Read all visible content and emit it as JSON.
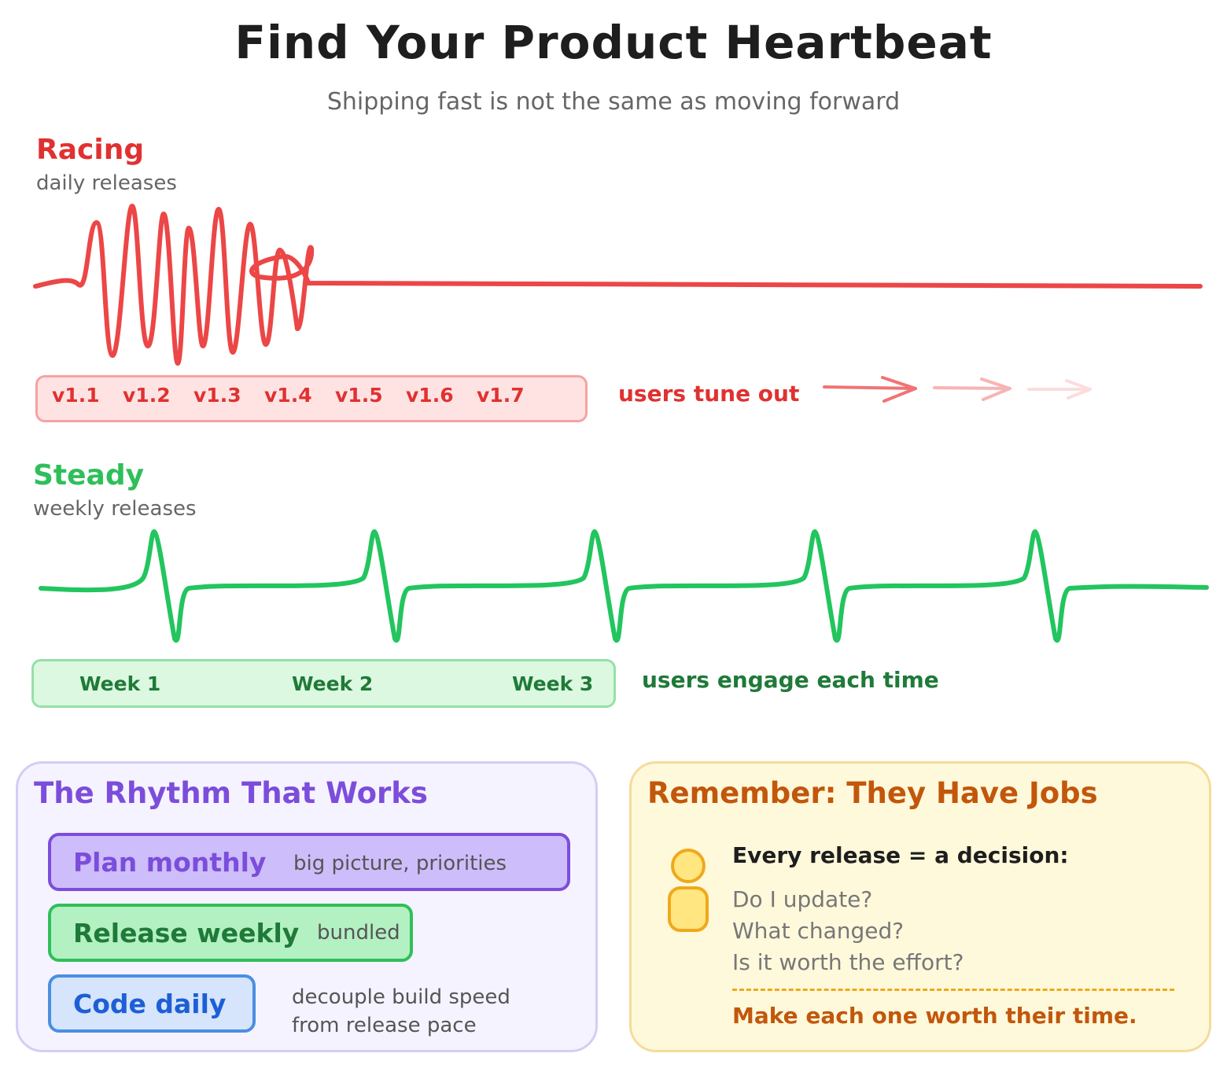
{
  "title": "Find Your Product Heartbeat",
  "subtitle": "Shipping fast is not the same as moving forward",
  "colors": {
    "racing": "#e03131",
    "racing_band_fill": "#ffe3e3",
    "racing_band_stroke": "#f5a3a3",
    "steady": "#2f9e44",
    "steady_line": "#22c55e",
    "steady_band_fill": "#dcf8e0",
    "steady_band_stroke": "#96e0a8",
    "purple": "#7c4ddb",
    "orange": "#c2570c"
  },
  "racing": {
    "heading": "Racing",
    "sub": "daily releases",
    "versions": [
      "v1.1",
      "v1.2",
      "v1.3",
      "v1.4",
      "v1.5",
      "v1.6",
      "v1.7"
    ],
    "outcome": "users tune out"
  },
  "steady": {
    "heading": "Steady",
    "sub": "weekly releases",
    "weeks": [
      "Week 1",
      "Week 2",
      "Week 3"
    ],
    "outcome": "users engage each time"
  },
  "rhythm": {
    "title": "The Rhythm That Works",
    "items": [
      {
        "label": "Plan monthly",
        "note": "big picture, priorities"
      },
      {
        "label": "Release weekly",
        "note": "bundled"
      },
      {
        "label": "Code daily",
        "note_lines": [
          "decouple build speed",
          "from release pace"
        ]
      }
    ]
  },
  "remember": {
    "title": "Remember: They Have Jobs",
    "lead": "Every release = a decision:",
    "questions": [
      "Do I update?",
      "What changed?",
      "Is it worth the effort?"
    ],
    "closing": "Make each one worth their time.",
    "icon": "person-icon"
  }
}
